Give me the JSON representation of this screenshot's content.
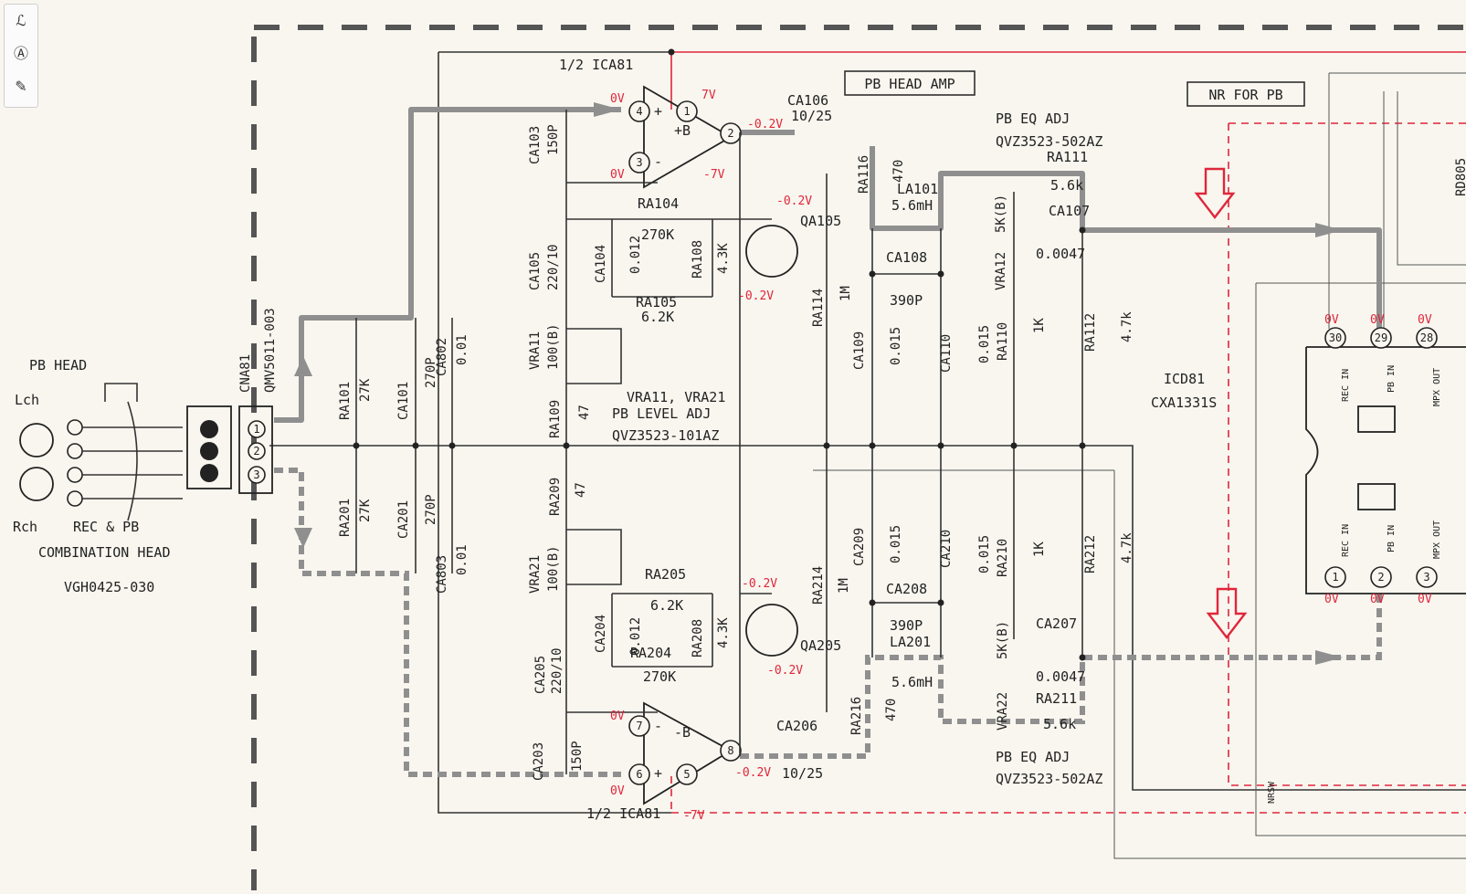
{
  "toolbar": {
    "tools": [
      "lasso-icon",
      "text-select-icon",
      "pen-annotate-icon"
    ]
  },
  "sections": {
    "pb_head_amp": "PB HEAD AMP",
    "nr_for_pb": "NR FOR PB"
  },
  "head": {
    "title": "PB HEAD",
    "lch": "Lch",
    "rch": "Rch",
    "desc1": "REC & PB",
    "desc2": "COMBINATION HEAD",
    "part": "VGH0425-030"
  },
  "connector": {
    "ref": "CNA81",
    "part": "QMV5011-003",
    "pins": [
      "1",
      "2",
      "3"
    ]
  },
  "opamp_top": {
    "label": "1/2 ICA81",
    "pins": [
      "4",
      "3",
      "1",
      "2"
    ],
    "plus": "+",
    "minus": "-",
    "supply": "+B",
    "v_in": "0V",
    "v_in2": "0V",
    "v_sup": "7V",
    "v_out": "-0.2V",
    "v_neg": "-7V"
  },
  "opamp_bot": {
    "label": "1/2 ICA81",
    "pins": [
      "7",
      "6",
      "5",
      "8"
    ],
    "plus": "+",
    "minus": "-",
    "supply": "-B",
    "v_in": "0V",
    "v_in2": "0V",
    "v_out": "-0.2V",
    "v_neg": "-7V"
  },
  "parts": {
    "ca106": "CA106",
    "ca106v": "10/25",
    "ca103": "CA103",
    "ca103v": "150P",
    "ra104": "RA104",
    "ra104v": "270K",
    "ca104": "CA104",
    "ca104v": "0.012",
    "ra108": "RA108",
    "ra108v": "4.3K",
    "ra105": "RA105",
    "ra105v": "6.2K",
    "ca105": "CA105",
    "ca105v": "220/10",
    "qa105": "QA105",
    "qa105_vg": "-0.2V",
    "qa105_vs": "-0.2V",
    "vra11": "VRA11",
    "vra11v": "100(B)",
    "ra109": "RA109",
    "ra109v": "47",
    "pblevel1": "VRA11, VRA21",
    "pblevel2": "PB LEVEL ADJ",
    "pblevel3": "QVZ3523-101AZ",
    "ra116": "RA116",
    "ra116v": "470",
    "la101": "LA101",
    "la101v": "5.6mH",
    "ra114": "RA114",
    "ra114v": "1M",
    "ca108": "CA108",
    "ca108v": "390P",
    "ca109": "CA109",
    "ca109v": "0.015",
    "ca110": "CA110",
    "ca110v": "0.015",
    "vra12": "VRA12",
    "vra12v": "5K(B)",
    "ra110": "RA110",
    "ra110v": "1K",
    "ca107": "CA107",
    "ca107v": "0.0047",
    "ra111": "RA111",
    "ra111v": "5.6k",
    "ra112": "RA112",
    "ra112v": "4.7k",
    "pbeq1": "PB EQ ADJ",
    "pbeq2": "QVZ3523-502AZ",
    "ra101": "RA101",
    "ra101v": "27K",
    "ca101": "CA101",
    "ca101v": "270P",
    "ca802": "CA802",
    "ca802v": "0.01",
    "ra201": "RA201",
    "ra201v": "27K",
    "ca201": "CA201",
    "ca201v": "270P",
    "ca803": "CA803",
    "ca803v": "0.01",
    "ra209": "RA209",
    "ra209v": "47",
    "vra21": "VRA21",
    "vra21v": "100(B)",
    "ra205": "RA205",
    "ra205v": "6.2K",
    "ca205": "CA205",
    "ca205v": "220/10",
    "ca204": "CA204",
    "ca204v": "0.012",
    "ra208": "RA208",
    "ra208v": "4.3K",
    "ra204": "RA204",
    "ra204v": "270K",
    "qa205": "QA205",
    "qa205_vg": "-0.2V",
    "qa205_vs": "-0.2V",
    "ca203": "CA203",
    "ca203v": "150P",
    "ca206": "CA206",
    "ca206v": "10/25",
    "ra216": "RA216",
    "ra216v": "470",
    "ra214": "RA214",
    "ra214v": "1M",
    "ca209": "CA209",
    "ca209v": "0.015",
    "ca210": "CA210",
    "ca210v": "0.015",
    "ca208": "CA208",
    "ca208v": "390P",
    "la201": "LA201",
    "la201v": "5.6mH",
    "vra22": "VRA22",
    "vra22v": "5K(B)",
    "ra210": "RA210",
    "ra210v": "1K",
    "ca207": "CA207",
    "ca207v": "0.0047",
    "ra211": "RA211",
    "ra211v": "5.6k",
    "ra212": "RA212",
    "ra212v": "4.7k",
    "pbeq3": "PB EQ ADJ",
    "pbeq4": "QVZ3523-502AZ"
  },
  "ic": {
    "ref": "ICD81",
    "part": "CXA1331S",
    "rd": "RD805",
    "nrsw": "NRSW",
    "top_pins": [
      "30",
      "29",
      "28"
    ],
    "bot_pins": [
      "1",
      "2",
      "3"
    ],
    "top_v": [
      "0V",
      "0V",
      "0V"
    ],
    "bot_v": [
      "0V",
      "0V",
      "0V"
    ],
    "pin_names": [
      "REC IN",
      "PB IN",
      "MPX OUT"
    ]
  }
}
